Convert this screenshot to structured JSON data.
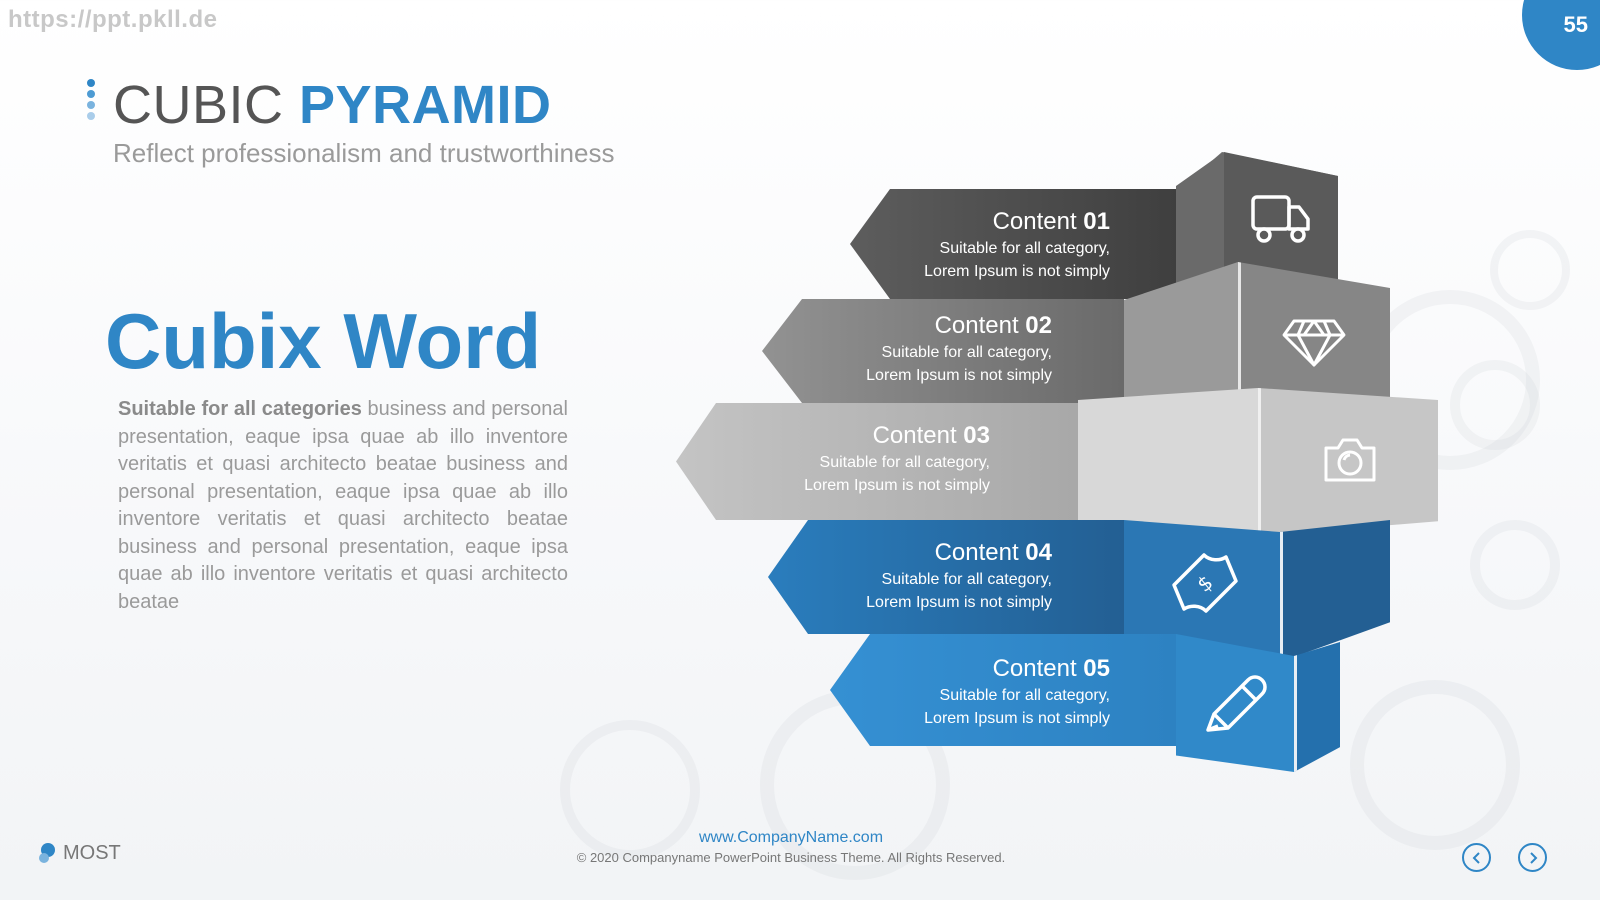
{
  "watermark": "https://ppt.pkll.de",
  "page_number": "55",
  "title": {
    "light": "CUBIC",
    "bold": "PYRAMID"
  },
  "subtitle": "Reflect professionalism and trustworthiness",
  "heading": "Cubix Word",
  "body": {
    "bold": "Suitable for all categories",
    "rest": " business and personal presentation, eaque ipsa quae ab illo inventore veritatis et quasi architecto beatae business and personal presentation, eaque ipsa quae ab illo inventore veritatis et quasi architecto beatae business and personal presentation, eaque ipsa quae ab illo inventore veritatis et quasi architecto beatae"
  },
  "tiers": [
    {
      "label": "Content",
      "num": "01",
      "line1": "Suitable for all category,",
      "line2": "Lorem Ipsum is not simply",
      "icon": "truck-icon",
      "arrow_color": "#4c4c4c",
      "face_color": "#5a5a5a"
    },
    {
      "label": "Content",
      "num": "02",
      "line1": "Suitable for all category,",
      "line2": "Lorem Ipsum is not simply",
      "icon": "diamond-icon",
      "arrow_color": "#7d7d7d",
      "face_color": "#8a8a8a"
    },
    {
      "label": "Content",
      "num": "03",
      "line1": "Suitable for all category,",
      "line2": "Lorem Ipsum is not simply",
      "icon": "camera-icon",
      "arrow_color": "#b5b5b5",
      "face_color": "#c4c4c4"
    },
    {
      "label": "Content",
      "num": "04",
      "line1": "Suitable for all category,",
      "line2": "Lorem Ipsum is not simply",
      "icon": "money-icon",
      "arrow_color": "#2a72ad",
      "face_color": "#2b77b4"
    },
    {
      "label": "Content",
      "num": "05",
      "line1": "Suitable for all category,",
      "line2": "Lorem Ipsum is not simply",
      "icon": "pencil-icon",
      "arrow_color": "#2f86c6",
      "face_color": "#3089c9"
    }
  ],
  "logo_text": "MOST",
  "footer": {
    "url": "www.CompanyName.com",
    "copyright": "© 2020 Companyname PowerPoint Business Theme. All Rights Reserved."
  },
  "colors": {
    "accent": "#2f86c6",
    "text_gray": "#9a9a9a"
  }
}
